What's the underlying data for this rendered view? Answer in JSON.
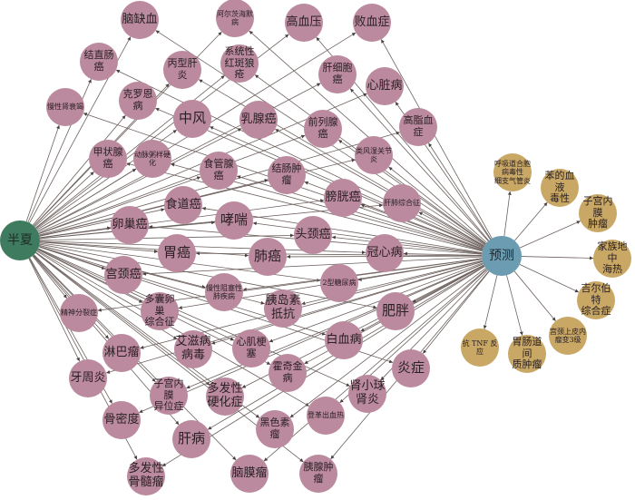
{
  "colors": {
    "disease": "#bb8a9e",
    "prediction": "#c9a865",
    "source": "#3f7c5f",
    "predict_hub": "#6b9cb1",
    "edge": "#6e625f"
  },
  "source_node": {
    "label": "半夏"
  },
  "predict_node": {
    "label": "预测"
  },
  "diseases": [
    {
      "label": "脑缺血"
    },
    {
      "label": "阿尔茨海默病"
    },
    {
      "label": "高血压"
    },
    {
      "label": "败血症"
    },
    {
      "label": "结直肠癌"
    },
    {
      "label": "丙型肝炎"
    },
    {
      "label": "系统性\n红斑狼疮"
    },
    {
      "label": "肝细胞癌"
    },
    {
      "label": "心脏病"
    },
    {
      "label": "慢性肾衰竭"
    },
    {
      "label": "克罗恩病"
    },
    {
      "label": "中风"
    },
    {
      "label": "乳腺癌"
    },
    {
      "label": "前列腺癌"
    },
    {
      "label": "高脂血症"
    },
    {
      "label": "甲状腺癌"
    },
    {
      "label": "动脉粥样硬化"
    },
    {
      "label": "类风湿关节炎"
    },
    {
      "label": "食管腺癌"
    },
    {
      "label": "结肠肿瘤"
    },
    {
      "label": "膀胱癌"
    },
    {
      "label": "肝肺综合征"
    },
    {
      "label": "食道癌"
    },
    {
      "label": "卵巢癌"
    },
    {
      "label": "哮喘"
    },
    {
      "label": "头颈癌"
    },
    {
      "label": "冠心病"
    },
    {
      "label": "胃癌"
    },
    {
      "label": "肺癌"
    },
    {
      "label": "宫颈癌"
    },
    {
      "label": "2型糖尿病"
    },
    {
      "label": "慢性阻塞性\n肺疾病"
    },
    {
      "label": "胰岛素\n抵抗"
    },
    {
      "label": "肥胖"
    },
    {
      "label": "多囊卵巢\n综合征"
    },
    {
      "label": "精神分裂症"
    },
    {
      "label": "淋巴瘤"
    },
    {
      "label": "艾滋病\n病毒"
    },
    {
      "label": "心肌梗塞"
    },
    {
      "label": "白血病"
    },
    {
      "label": "炎症"
    },
    {
      "label": "霍奇金病"
    },
    {
      "label": "牙周炎"
    },
    {
      "label": "子宫内膜\n异位症"
    },
    {
      "label": "多发性\n硬化症"
    },
    {
      "label": "肾小球\n肾炎"
    },
    {
      "label": "登革出血热"
    },
    {
      "label": "骨密度"
    },
    {
      "label": "肝病"
    },
    {
      "label": "黑色素瘤"
    },
    {
      "label": "多发性\n骨髓瘤"
    },
    {
      "label": "脑膜瘤"
    },
    {
      "label": "胰腺肿瘤"
    }
  ],
  "predictions": [
    {
      "label": "呼吸道合胞\n病毒性\n细支气管炎"
    },
    {
      "label": "苯的血液\n毒性"
    },
    {
      "label": "子宫内膜\n肿瘤"
    },
    {
      "label": "家族地中\n海热"
    },
    {
      "label": "吉尔伯特\n综合症"
    },
    {
      "label": "宫颈上皮内\n瘤变3级"
    },
    {
      "label": "抗 TNF 反应"
    },
    {
      "label": "胃肠道间\n质肿瘤"
    }
  ]
}
